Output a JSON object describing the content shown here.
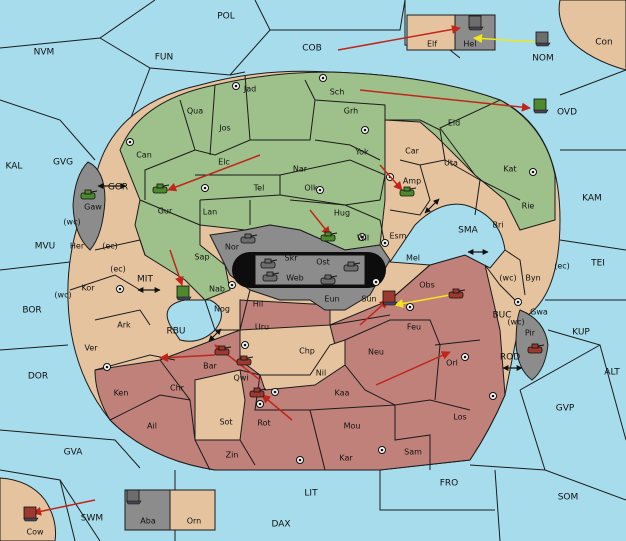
{
  "colors": {
    "sea": "#a7dcec",
    "green_power": "#9ec08a",
    "tan_power": "#e5c39e",
    "red_power": "#c0817a",
    "grey_power": "#8c8c8c",
    "order_arrow": "#c0261b",
    "support_arrow": "#f0e61e"
  },
  "labels": {
    "POL": "POL",
    "COB": "COB",
    "NVM": "NVM",
    "FUN": "FUN",
    "Con": "Con",
    "NOM": "NOM",
    "Elf": "Elf",
    "Hel": "Hel",
    "Jad": "Jad",
    "Sch": "Sch",
    "OVD": "OVD",
    "Qua": "Qua",
    "Jos": "Jos",
    "Grh": "Grh",
    "Eld": "Eld",
    "Can": "Can",
    "Yok": "Yok",
    "Car": "Car",
    "Elc": "Elc",
    "Nar": "Nar",
    "Uta": "Uta",
    "Kat": "Kat",
    "KAL": "KAL",
    "GVG": "GVG",
    "Tel": "Tel",
    "Olk": "Olk",
    "Amp": "Amp",
    "GOR": "GOR",
    "Gaw": "Gaw",
    "Gur": "Gur",
    "Lan": "Lan",
    "Hug": "Hug",
    "Rie": "Rie",
    "KAM": "KAM",
    "wc1": "(wc)",
    "Wil": "Wil",
    "Esm": "Esm",
    "SMA": "SMA",
    "Bri": "Bri",
    "MVU": "MVU",
    "Her": "Her",
    "ec1": "(ec)",
    "Nor": "Nor",
    "Skr": "Skr",
    "Mel": "Mel",
    "Sap": "Sap",
    "Ost": "Ost",
    "TEI": "TEI",
    "Web": "Web",
    "ec2": "(ec)",
    "wc2": "(wc)",
    "Byn": "Byn",
    "ec3": "(ec)",
    "MIT": "MIT",
    "Kor": "Kor",
    "Obs": "Obs",
    "Nab": "Nab",
    "wc3": "(wc)",
    "Eun": "Eun",
    "Sun": "Sun",
    "Gwa": "Gwa",
    "wc4": "(wc)",
    "BOR": "BOR",
    "Hil": "Hil",
    "Nog": "Nog",
    "BUC": "BUC",
    "KUP": "KUP",
    "Pir": "Pir",
    "Ark": "Ark",
    "Uru": "Uru",
    "Feu": "Feu",
    "RBU": "RBU",
    "Ver": "Ver",
    "Chp": "Chp",
    "Neu": "Neu",
    "DOR": "DOR",
    "Bar": "Bar",
    "Qwi": "Qwi",
    "RDD": "ROD",
    "ALT": "ALT",
    "Nil": "Nil",
    "Orl": "Orl",
    "Ken": "Ken",
    "Chr": "Chr",
    "Kaa": "Kaa",
    "GVP": "GVP",
    "Ail": "Ail",
    "Sot": "Sot",
    "Rot": "Rot",
    "Mou": "Mou",
    "Los": "Los",
    "GVA": "GVA",
    "Zin": "Zin",
    "Kar": "Kar",
    "Sam": "Sam",
    "FRO": "FRO",
    "LIT": "LIT",
    "SOM": "SOM",
    "SWM": "SWM",
    "Aba": "Aba",
    "Orn": "Orn",
    "DAX": "DAX",
    "Cow": "Cow"
  },
  "units": [
    {
      "id": "fleet-hel",
      "type": "fleet",
      "power": "grey",
      "province": "Hel"
    },
    {
      "id": "fleet-nom",
      "type": "fleet",
      "power": "grey",
      "province": "NOM"
    },
    {
      "id": "fleet-ovd",
      "type": "fleet",
      "power": "green",
      "province": "OVD"
    },
    {
      "id": "army-gaw",
      "type": "army",
      "power": "green",
      "province": "Gaw"
    },
    {
      "id": "army-gur",
      "type": "army",
      "power": "green",
      "province": "Gur"
    },
    {
      "id": "army-amp",
      "type": "army",
      "power": "green",
      "province": "Amp"
    },
    {
      "id": "army-wil",
      "type": "army",
      "power": "green",
      "province": "Wil"
    },
    {
      "id": "fleet-mit",
      "type": "fleet",
      "power": "green",
      "province": "MIT"
    },
    {
      "id": "army-nor",
      "type": "army",
      "power": "grey",
      "province": "Nor"
    },
    {
      "id": "army-skr",
      "type": "army",
      "power": "grey",
      "province": "Skr"
    },
    {
      "id": "army-ost",
      "type": "army",
      "power": "grey",
      "province": "Ost"
    },
    {
      "id": "army-web",
      "type": "army",
      "power": "grey",
      "province": "Web"
    },
    {
      "id": "army-eun",
      "type": "army",
      "power": "grey",
      "province": "Eun"
    },
    {
      "id": "fleet-sun",
      "type": "fleet",
      "power": "red",
      "province": "Sun"
    },
    {
      "id": "army-obs",
      "type": "army",
      "power": "red",
      "province": "Obs"
    },
    {
      "id": "army-pir",
      "type": "army",
      "power": "red",
      "province": "Pir"
    },
    {
      "id": "army-bar",
      "type": "army",
      "power": "red",
      "province": "Bar"
    },
    {
      "id": "army-qwi",
      "type": "army",
      "power": "red",
      "province": "Qwi"
    },
    {
      "id": "army-rot",
      "type": "army",
      "power": "red",
      "province": "Rot"
    },
    {
      "id": "fleet-aba",
      "type": "fleet",
      "power": "grey",
      "province": "Aba"
    },
    {
      "id": "fleet-cow",
      "type": "fleet",
      "power": "red",
      "province": "Cow"
    }
  ]
}
